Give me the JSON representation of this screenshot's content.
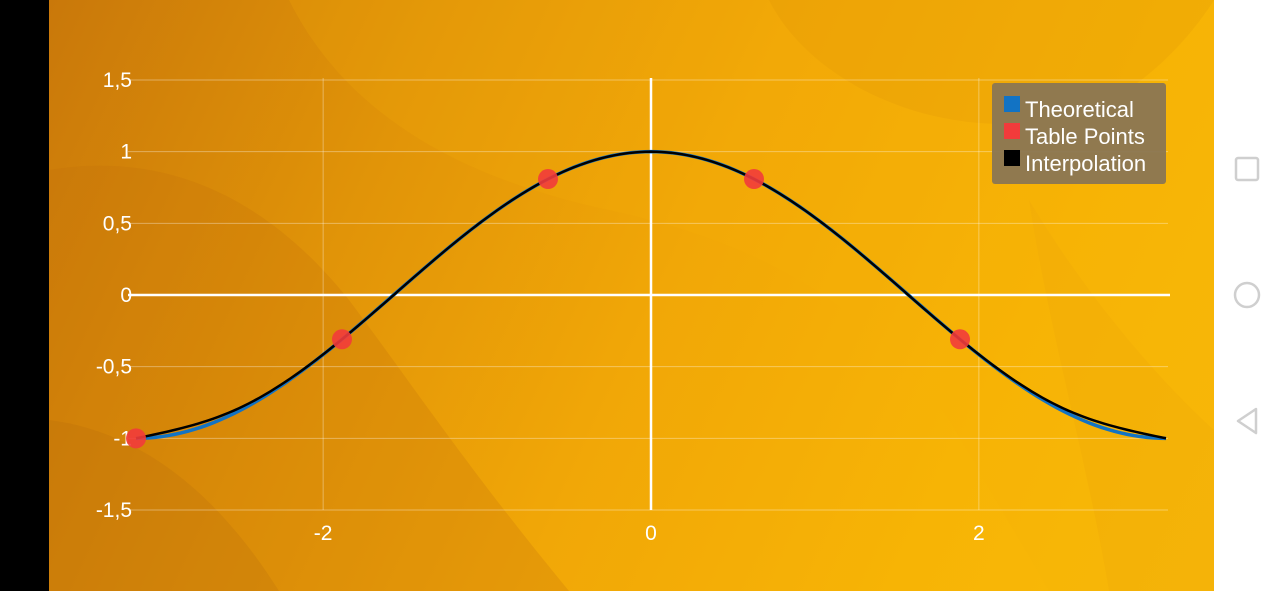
{
  "chart_data": {
    "type": "line",
    "title": "",
    "xlabel": "",
    "ylabel": "",
    "xlim": [
      -3.1416,
      3.1416
    ],
    "ylim": [
      -1.5,
      1.5
    ],
    "x_ticks": [
      -2,
      0,
      2
    ],
    "x_tick_labels": [
      "-2",
      "0",
      "2"
    ],
    "y_ticks": [
      -1.5,
      -1,
      -0.5,
      0,
      0.5,
      1,
      1.5
    ],
    "y_tick_labels": [
      "-1,5",
      "-1",
      "-0,5",
      "0",
      "0,5",
      "1",
      "1,5"
    ],
    "grid": true,
    "legend_position": "top-right",
    "series": [
      {
        "name": "Theoretical",
        "kind": "line",
        "color": "#1273c4",
        "function": "cos(x)",
        "x_range": [
          -3.1416,
          3.1416
        ],
        "samples": 161
      },
      {
        "name": "Table Points",
        "kind": "scatter",
        "color": "#f23b3b",
        "x": [
          -3.1416,
          -1.885,
          -0.6283,
          0.6283,
          1.885
        ],
        "y": [
          -1.0,
          -0.309,
          0.809,
          0.809,
          -0.309
        ]
      },
      {
        "name": "Interpolation",
        "kind": "line",
        "color": "#000000",
        "x": [
          -3.1416,
          -2.5133,
          -1.885,
          -1.2566,
          -0.6283,
          0.0,
          0.6283,
          1.2566,
          1.885,
          2.5133,
          3.1416
        ],
        "y": [
          -1.0,
          -0.79,
          -0.309,
          0.309,
          0.809,
          1.0,
          0.809,
          0.309,
          -0.309,
          -0.79,
          -1.0
        ]
      }
    ]
  },
  "navigation_bar": {
    "icons": [
      "square-recents-icon",
      "circle-home-icon",
      "triangle-back-icon"
    ],
    "color": "#d0d0d0"
  }
}
